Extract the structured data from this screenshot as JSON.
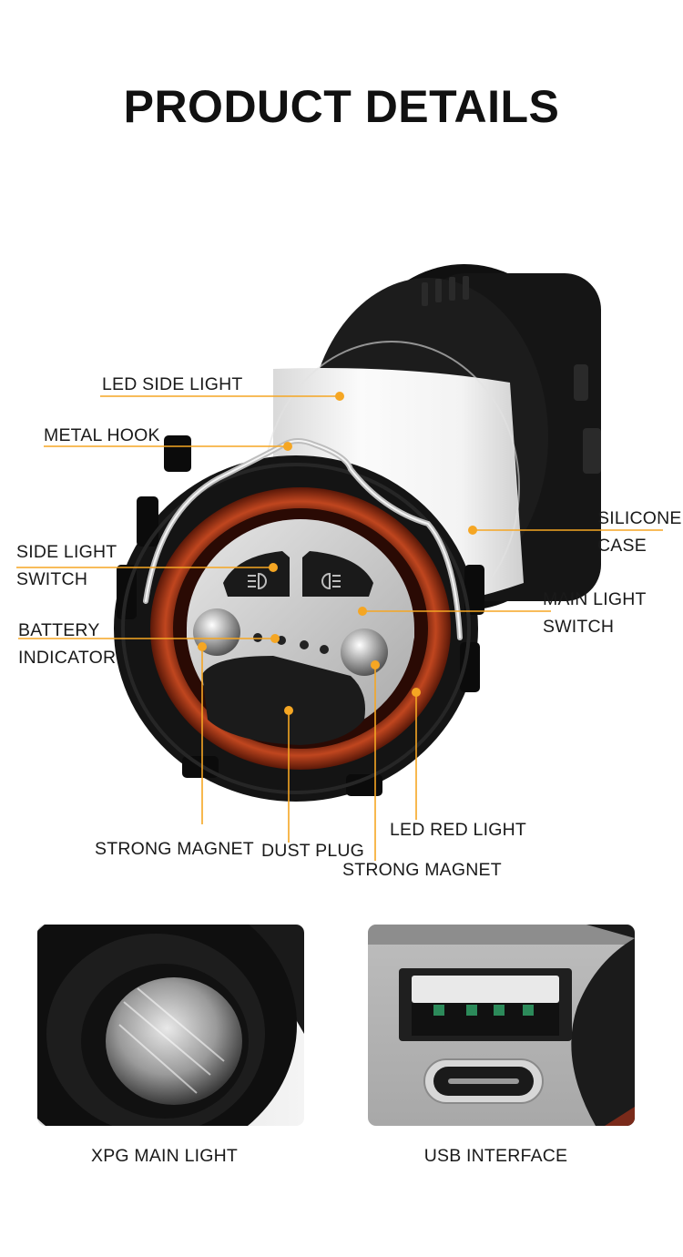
{
  "page": {
    "title": "PRODUCT DETAILS"
  },
  "colors": {
    "accent_orange": "#f5a623",
    "body_black": "#141414",
    "diffuser_white": "#f2f2f2",
    "red_ring": "#8a2a10",
    "panel_silver": "#c8c8c8",
    "background": "#ffffff"
  },
  "callouts": [
    {
      "id": "led-side-light",
      "lines": [
        "LED SIDE LIGHT"
      ]
    },
    {
      "id": "metal-hook",
      "lines": [
        "METAL HOOK"
      ]
    },
    {
      "id": "silicone-case",
      "lines": [
        "SILICONE",
        "CASE"
      ]
    },
    {
      "id": "side-light-switch",
      "lines": [
        "SIDE LIGHT",
        "SWITCH"
      ]
    },
    {
      "id": "main-light-switch",
      "lines": [
        "MAIN LIGHT",
        "SWITCH"
      ]
    },
    {
      "id": "battery-indicator",
      "lines": [
        "BATTERY",
        "INDICATOR"
      ]
    },
    {
      "id": "strong-magnet-left",
      "lines": [
        "STRONG MAGNET"
      ]
    },
    {
      "id": "dust-plug",
      "lines": [
        "DUST PLUG"
      ]
    },
    {
      "id": "led-red-light",
      "lines": [
        "LED RED LIGHT"
      ]
    },
    {
      "id": "strong-magnet-right",
      "lines": [
        "STRONG MAGNET"
      ]
    }
  ],
  "details": [
    {
      "id": "xpg-main-light",
      "caption": "XPG MAIN LIGHT"
    },
    {
      "id": "usb-interface",
      "caption": "USB INTERFACE"
    }
  ],
  "icons": [
    "lantern-product-illustration",
    "flashlight-lens-icon",
    "usb-ports-icon"
  ]
}
